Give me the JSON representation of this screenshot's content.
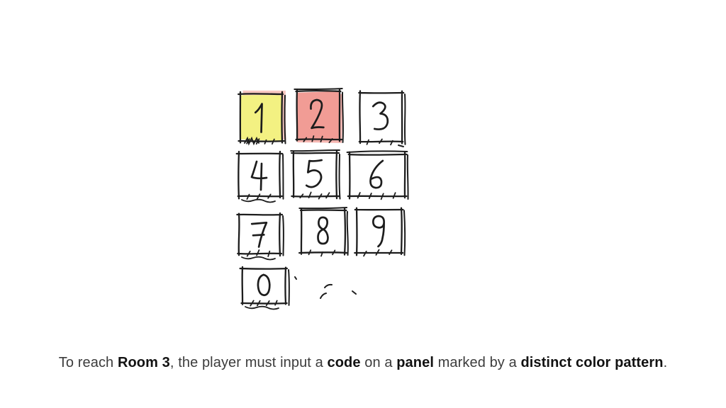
{
  "background": "#ffffff",
  "keypad": {
    "ink_color": "#1d1d1d",
    "rows": [
      [
        "1",
        "2",
        "3"
      ],
      [
        "4",
        "5",
        "6"
      ],
      [
        "7",
        "8",
        "9"
      ],
      [
        "0"
      ]
    ],
    "keys": [
      {
        "label": "1",
        "highlight": "yellow",
        "fill_color": "#f3f182",
        "underlay_color": "#f5b4ac"
      },
      {
        "label": "2",
        "highlight": "red",
        "fill_color": "#f19c95",
        "underlay_color": "#f19c95"
      },
      {
        "label": "3",
        "highlight": "none",
        "fill_color": "#ffffff"
      },
      {
        "label": "4",
        "highlight": "none",
        "fill_color": "#ffffff"
      },
      {
        "label": "5",
        "highlight": "none",
        "fill_color": "#ffffff"
      },
      {
        "label": "6",
        "highlight": "none",
        "fill_color": "#ffffff"
      },
      {
        "label": "7",
        "highlight": "none",
        "fill_color": "#ffffff"
      },
      {
        "label": "8",
        "highlight": "none",
        "fill_color": "#ffffff"
      },
      {
        "label": "9",
        "highlight": "none",
        "fill_color": "#ffffff"
      },
      {
        "label": "0",
        "highlight": "none",
        "fill_color": "#ffffff"
      }
    ]
  },
  "caption": {
    "segments": [
      {
        "text": "To reach ",
        "bold": false
      },
      {
        "text": "Room 3",
        "bold": true
      },
      {
        "text": ", the player must input a ",
        "bold": false
      },
      {
        "text": "code",
        "bold": true
      },
      {
        "text": " on a ",
        "bold": false
      },
      {
        "text": "panel",
        "bold": true
      },
      {
        "text": " marked by a ",
        "bold": false
      },
      {
        "text": "distinct color pattern",
        "bold": true
      },
      {
        "text": ".",
        "bold": false
      }
    ],
    "text_color": "#3c3c3c",
    "bold_color": "#121212"
  }
}
